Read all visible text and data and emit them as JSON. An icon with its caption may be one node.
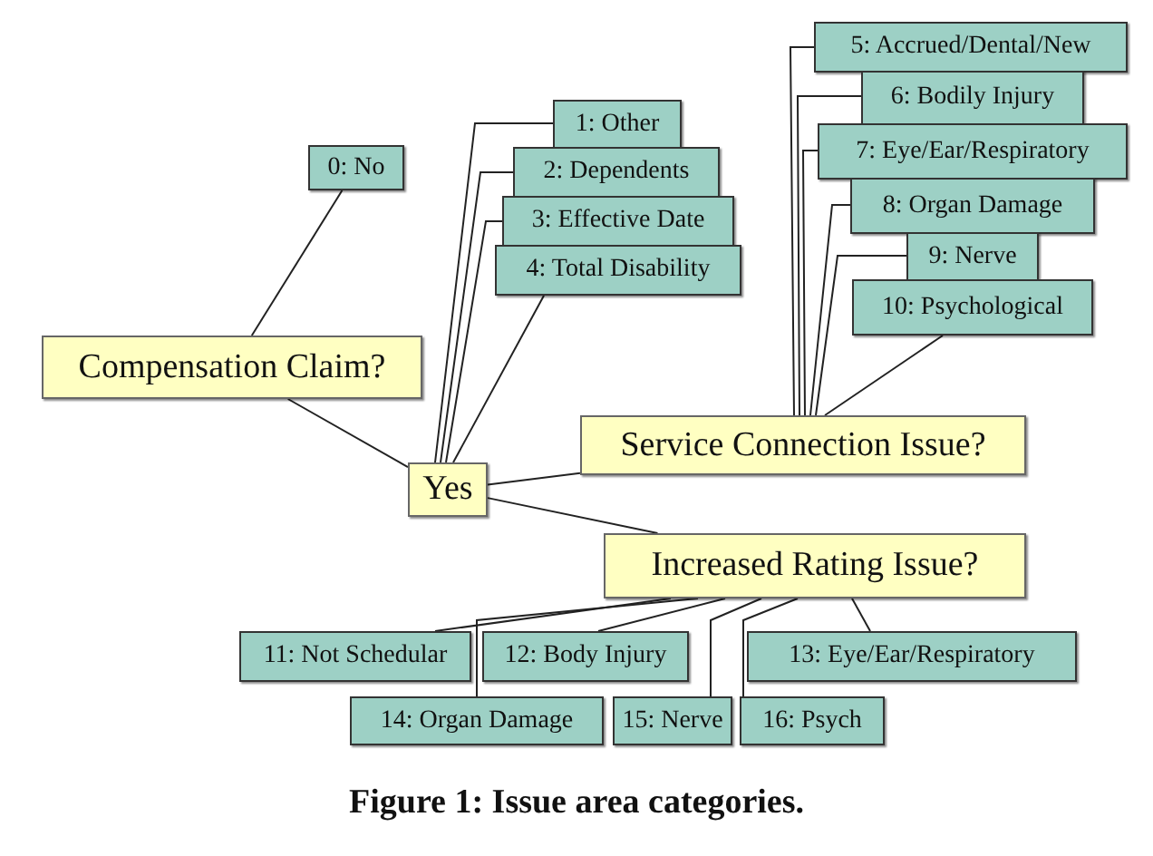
{
  "diagram": {
    "caption": "Figure 1: Issue area categories.",
    "nodes": [
      {
        "text": [
          "0: No"
        ]
      },
      {
        "text": [
          "1: Other"
        ]
      },
      {
        "text": [
          "2: Dependents"
        ]
      },
      {
        "text": [
          "3: Effective Date"
        ]
      },
      {
        "text": [
          "4: Total Disability"
        ]
      },
      {
        "text": [
          "5: Accrued/Dental/New"
        ]
      },
      {
        "text": [
          "6: Bodily Injury"
        ]
      },
      {
        "text": [
          "7: Eye/Ear/Respiratory"
        ]
      },
      {
        "text": [
          "8: Organ Damage"
        ]
      },
      {
        "text": [
          "9: Nerve"
        ]
      },
      {
        "text": [
          "10: Psychological"
        ]
      },
      {
        "text": [
          "Compensation Claim?"
        ]
      },
      {
        "text": [
          "Service Connection Issue?"
        ]
      },
      {
        "text": [
          "Yes"
        ]
      },
      {
        "text": [
          "Increased Rating Issue?"
        ]
      },
      {
        "text": [
          "11: Not Schedular"
        ]
      },
      {
        "text": [
          "12: Body Injury"
        ]
      },
      {
        "text": [
          "13: Eye/Ear/Respiratory"
        ]
      },
      {
        "text": [
          "14: Organ Damage"
        ]
      },
      {
        "text": [
          "15: Nerve"
        ]
      },
      {
        "text": [
          "16: Psych"
        ]
      }
    ],
    "edges": [
      {
        "from": 11,
        "to": 0,
        "arrow": "none"
      },
      {
        "from": 11,
        "to": 13,
        "arrow": "none"
      },
      {
        "from": 13,
        "to": 1,
        "arrow": "none"
      },
      {
        "from": 13,
        "to": 2,
        "arrow": "none"
      },
      {
        "from": 13,
        "to": 3,
        "arrow": "none"
      },
      {
        "from": 13,
        "to": 4,
        "arrow": "none"
      },
      {
        "from": 13,
        "to": 12,
        "arrow": "none"
      },
      {
        "from": 13,
        "to": 14,
        "arrow": "none"
      },
      {
        "from": 12,
        "to": 5,
        "arrow": "none"
      },
      {
        "from": 12,
        "to": 6,
        "arrow": "none"
      },
      {
        "from": 12,
        "to": 7,
        "arrow": "none"
      },
      {
        "from": 12,
        "to": 8,
        "arrow": "none"
      },
      {
        "from": 12,
        "to": 9,
        "arrow": "none"
      },
      {
        "from": 12,
        "to": 10,
        "arrow": "none"
      },
      {
        "from": 14,
        "to": 15,
        "arrow": "none"
      },
      {
        "from": 14,
        "to": 16,
        "arrow": "none"
      },
      {
        "from": 14,
        "to": 17,
        "arrow": "none"
      },
      {
        "from": 14,
        "to": 18,
        "arrow": "none"
      },
      {
        "from": 14,
        "to": 19,
        "arrow": "none"
      },
      {
        "from": 14,
        "to": 20,
        "arrow": "none"
      }
    ]
  }
}
